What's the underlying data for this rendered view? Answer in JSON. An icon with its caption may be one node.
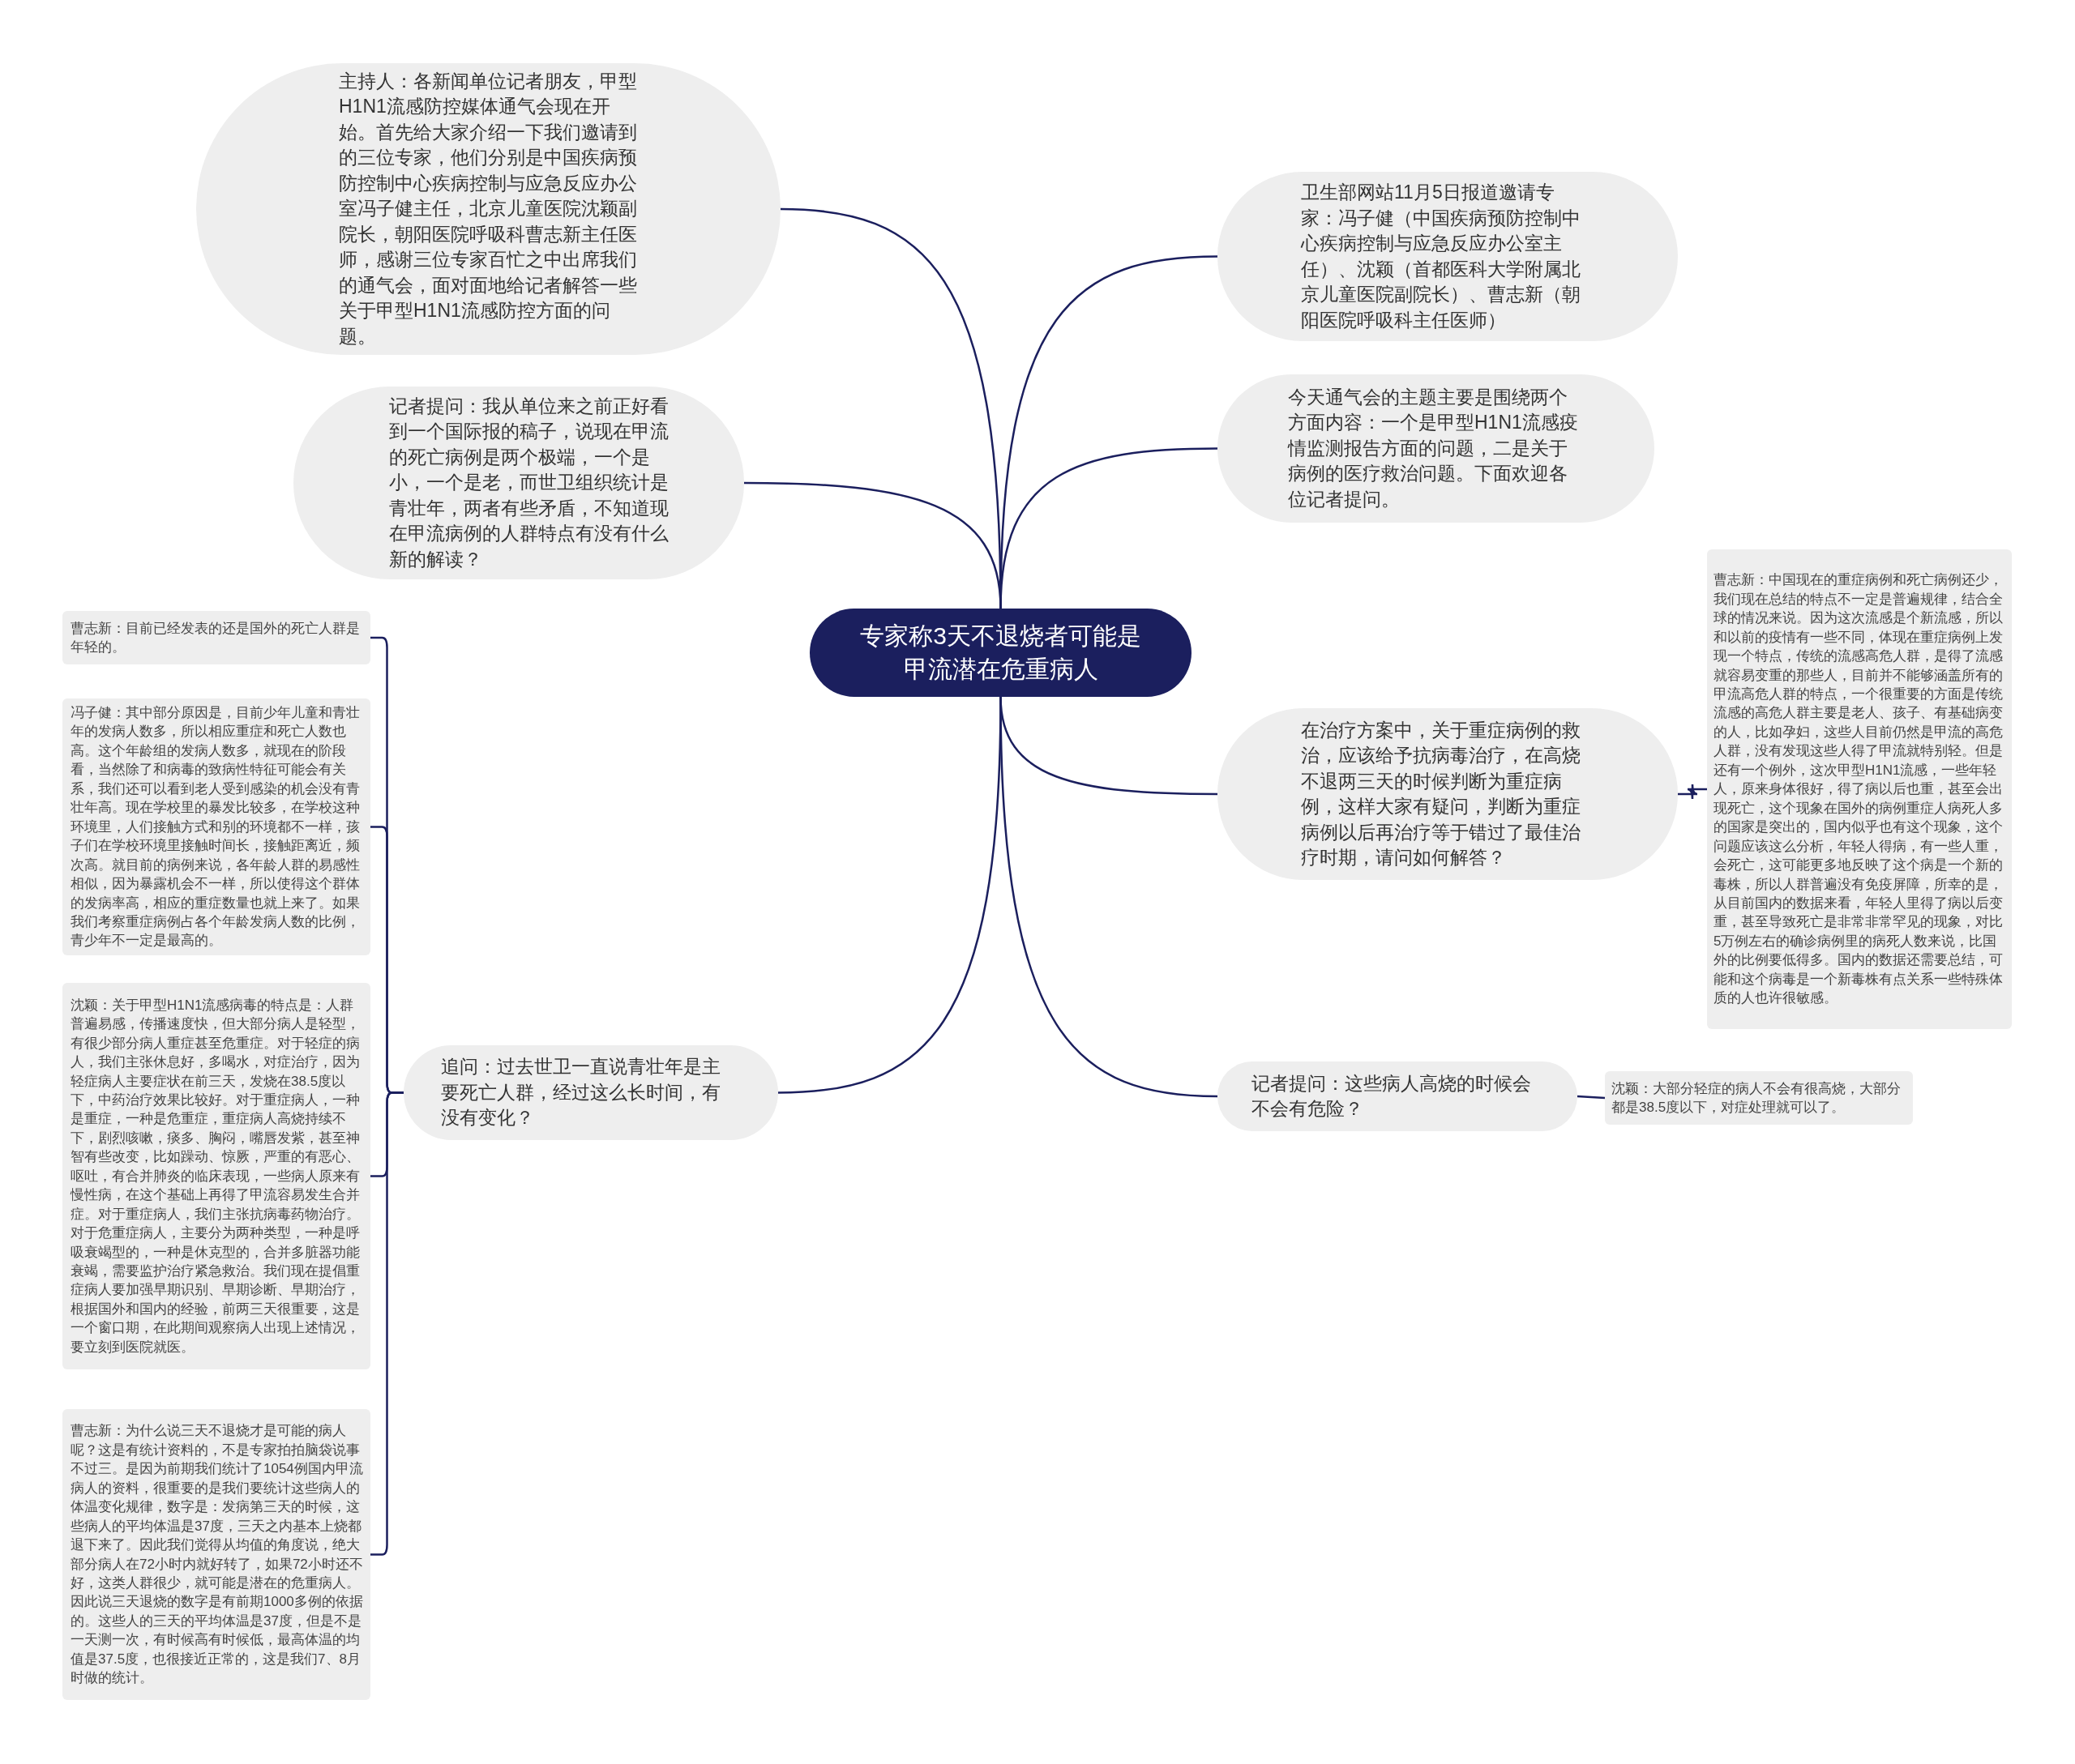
{
  "diagram": {
    "nodes": [
      {
        "text": [
          "专家称3天不退烧者可能是甲流潜在危重病人"
        ]
      },
      {
        "text": [
          "主持人：各新闻单位记者朋友，甲型H1N1流感防控媒体通气会现在开始。首先给大家介绍一下我们邀请到的三位专家，他们分别是中国疾病预防控制中心疾病控制与应急反应办公室冯子健主任，北京儿童医院沈颖副院长，朝阳医院呼吸科曹志新主任医师，感谢三位专家百忙之中出席我们的通气会，面对面地给记者解答一些关于甲型H1N1流感防控方面的问题。"
        ]
      },
      {
        "text": [
          "记者提问：我从单位来之前正好看到一个国际报的稿子，说现在甲流的死亡病例是两个极端，一个是小，一个是老，而世卫组织统计是青壮年，两者有些矛盾，不知道现在甲流病例的人群特点有没有什么新的解读？"
        ]
      },
      {
        "text": [
          "追问：过去世卫一直说青壮年是主要死亡人群，经过这么长时间，有没有变化？"
        ]
      },
      {
        "text": [
          "曹志新：目前已经发表的还是国外的死亡人群是年轻的。"
        ]
      },
      {
        "text": [
          "冯子健：其中部分原因是，目前少年儿童和青壮年的发病人数多，所以相应重症和死亡人数也高。这个年龄组的发病人数多，就现在的阶段看，当然除了和病毒的致病性特征可能会有关系，我们还可以看到老人受到感染的机会没有青壮年高。现在学校里的暴发比较多，在学校这种环境里，人们接触方式和别的环境都不一样，孩子们在学校环境里接触时间长，接触距离近，频次高。就目前的病例来说，各年龄人群的易感性相似，因为暴露机会不一样，所以使得这个群体的发病率高，相应的重症数量也就上来了。如果我们考察重症病例占各个年龄发病人数的比例，青少年不一定是最高的。"
        ]
      },
      {
        "text": [
          "沈颖：关于甲型H1N1流感病毒的特点是：人群普遍易感，传播速度快，但大部分病人是轻型，有很少部分病人重症甚至危重症。对于轻症的病人，我们主张休息好，多喝水，对症治疗，因为轻症病人主要症状在前三天，发烧在38.5度以下，中药治疗效果比较好。对于重症病人，一种是重症，一种是危重症，重症病人高烧持续不下，剧烈咳嗽，痰多、胸闷，嘴唇发紫，甚至神智有些改变，比如躁动、惊厥，严重的有恶心、呕吐，有合并肺炎的临床表现，一些病人原来有慢性病，在这个基础上再得了甲流容易发生合并症。对于重症病人，我们主张抗病毒药物治疗。对于危重症病人，主要分为两种类型，一种是呼吸衰竭型的，一种是休克型的，合并多脏器功能衰竭，需要监护治疗紧急救治。我们现在提倡重症病人要加强早期识别、早期诊断、早期治疗，根据国外和国内的经验，前两三天很重要，这是一个窗口期，在此期间观察病人出现上述情况，要立刻到医院就医。"
        ]
      },
      {
        "text": [
          "曹志新：为什么说三天不退烧才是可能的病人呢？这是有统计资料的，不是专家拍拍脑袋说事不过三。是因为前期我们统计了1054例国内甲流病人的资料，很重要的是我们要统计这些病人的体温变化规律，数字是：发病第三天的时候，这些病人的平均体温是37度，三天之内基本上烧都退下来了。因此我们觉得从均值的角度说，绝大部分病人在72小时内就好转了，如果72小时还不好，这类人群很少，就可能是潜在的危重病人。因此说三天退烧的数字是有前期1000多例的依据的。这些人的三天的平均体温是37度，但是不是一天测一次，有时候高有时候低，最高体温的均值是37.5度，也很接近正常的，这是我们7、8月时做的统计。"
        ]
      },
      {
        "text": [
          "卫生部网站11月5日报道邀请专家：冯子健（中国疾病预防控制中心疾病控制与应急反应办公室主任）、沈颖（首都医科大学附属北京儿童医院副院长）、曹志新（朝阳医院呼吸科主任医师）"
        ]
      },
      {
        "text": [
          "今天通气会的主题主要是围绕两个方面内容：一个是甲型H1N1流感疫情监测报告方面的问题，二是关于病例的医疗救治问题。下面欢迎各位记者提问。"
        ]
      },
      {
        "text": [
          "在治疗方案中，关于重症病例的救治，应该给予抗病毒治疗，在高烧不退两三天的时候判断为重症病例，这样大家有疑问，判断为重症病例以后再治疗等于错过了最佳治疗时期，请问如何解答？"
        ]
      },
      {
        "text": [
          "曹志新：中国现在的重症病例和死亡病例还少，我们现在总结的特点不一定是普遍规律，结合全球的情况来说。因为这次流感是个新流感，所以和以前的疫情有一些不同，体现在重症病例上发现一个特点，传统的流感高危人群，是得了流感就容易变重的那些人，目前并不能够涵盖所有的甲流高危人群的特点，一个很重要的方面是传统流感的高危人群主要是老人、孩子、有基础病变的人，比如孕妇，这些人目前仍然是甲流的高危人群，没有发现这些人得了甲流就特别轻。但是还有一个例外，这次甲型H1N1流感，一些年轻人，原来身体很好，得了病以后也重，甚至会出现死亡，这个现象在国外的病例重症人病死人多的国家是突出的，国内似乎也有这个现象，这个问题应该这么分析，年轻人得病，有一些人重，会死亡，这可能更多地反映了这个病是一个新的毒株，所以人群普遍没有免疫屏障，所幸的是，从目前国内的数据来看，年轻人里得了病以后变重，甚至导致死亡是非常非常罕见的现象，对比5万例左右的确诊病例里的病死人数来说，比国外的比例要低得多。国内的数据还需要总结，可能和这个病毒是一个新毒株有点关系一些特殊体质的人也许很敏感。"
        ]
      },
      {
        "text": [
          "记者提问：这些病人高烧的时候会不会有危险？"
        ]
      },
      {
        "text": [
          "沈颖：大部分轻症的病人不会有很高烧，大部分都是38.5度以下，对症处理就可以了。"
        ]
      }
    ],
    "edges": [
      {
        "from": 0,
        "to": 1,
        "arrow": "none"
      },
      {
        "from": 0,
        "to": 2,
        "arrow": "none"
      },
      {
        "from": 0,
        "to": 3,
        "arrow": "none"
      },
      {
        "from": 3,
        "to": 4,
        "arrow": "none"
      },
      {
        "from": 3,
        "to": 5,
        "arrow": "none"
      },
      {
        "from": 3,
        "to": 6,
        "arrow": "none"
      },
      {
        "from": 3,
        "to": 7,
        "arrow": "none"
      },
      {
        "from": 0,
        "to": 8,
        "arrow": "none"
      },
      {
        "from": 0,
        "to": 9,
        "arrow": "none"
      },
      {
        "from": 0,
        "to": 10,
        "arrow": "none"
      },
      {
        "from": 10,
        "to": 11,
        "arrow": "none"
      },
      {
        "from": 0,
        "to": 12,
        "arrow": "none"
      },
      {
        "from": 12,
        "to": 13,
        "arrow": "none"
      }
    ]
  }
}
